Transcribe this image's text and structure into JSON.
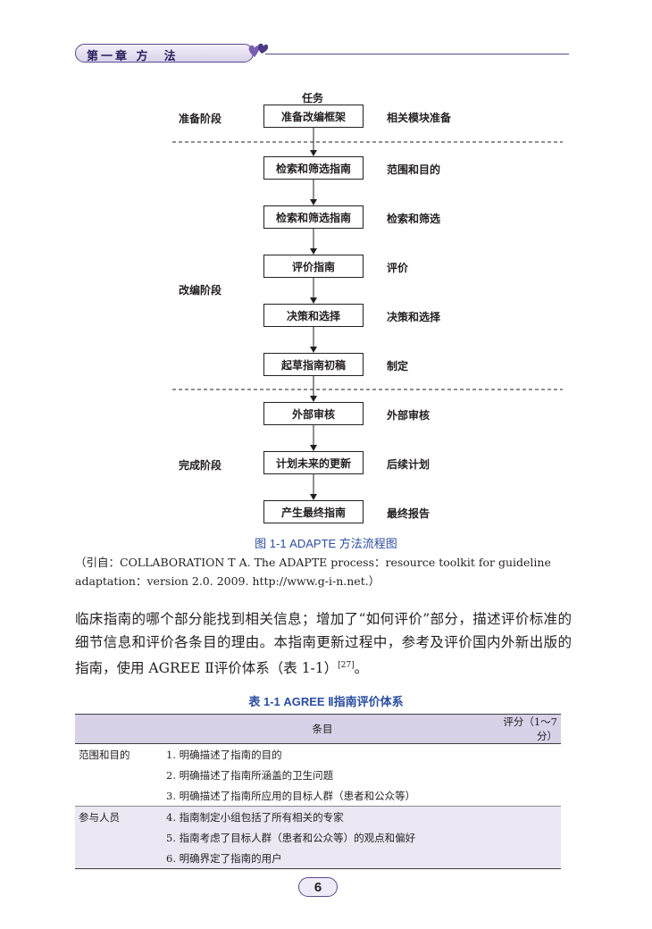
{
  "header": {
    "chapter_label": "第一章 方  法"
  },
  "flowchart": {
    "top_label": "任务",
    "phases": [
      "准备阶段",
      "改编阶段",
      "完成阶段"
    ],
    "nodes": [
      {
        "box": "准备改编框架",
        "side": "相关模块准备"
      },
      {
        "box": "检索和筛选指南",
        "side": "范围和目的"
      },
      {
        "box": "检索和筛选指南",
        "side": "检索和筛选"
      },
      {
        "box": "评价指南",
        "side": "评价"
      },
      {
        "box": "决策和选择",
        "side": "决策和选择"
      },
      {
        "box": "起草指南初稿",
        "side": "制定"
      },
      {
        "box": "外部审核",
        "side": "外部审核"
      },
      {
        "box": "计划未来的更新",
        "side": "后续计划"
      },
      {
        "box": "产生最终指南",
        "side": "最终报告"
      }
    ],
    "caption": "图 1-1  ADAPTE 方法流程图",
    "citation": "（引自：COLLABORATION T A. The ADAPTE process：resource toolkit for guideline adaptation：version 2.0. 2009. http://www.g-i-n.net.）"
  },
  "body": {
    "paragraph_text": "临床指南的哪个部分能找到相关信息；增加了“如何评价”部分，描述评价标准的细节信息和评价各条目的理由。本指南更新过程中，参考及评价国内外新出版的指南，使用 AGREE Ⅱ评价体系（表 1-1）",
    "paragraph_ref": "[27]",
    "paragraph_end": "。"
  },
  "table": {
    "caption": "表 1-1  AGREE Ⅱ指南评价体系",
    "headers": {
      "item": "条目",
      "score": "评分（1～7 分）"
    },
    "rows": [
      {
        "domain": "范围和目的",
        "item": "1. 明确描述了指南的目的"
      },
      {
        "domain": "",
        "item": "2. 明确描述了指南所涵盖的卫生问题"
      },
      {
        "domain": "",
        "item": "3. 明确描述了指南所应用的目标人群（患者和公众等）"
      },
      {
        "domain": "参与人员",
        "item": "4. 指南制定小组包括了所有相关的专家"
      },
      {
        "domain": "",
        "item": "5. 指南考虑了目标人群（患者和公众等）的观点和偏好"
      },
      {
        "domain": "",
        "item": "6. 明确界定了指南的用户"
      }
    ]
  },
  "footer": {
    "page_number": "6"
  },
  "colors": {
    "accent_purple": "#5b4a8b",
    "caption_blue": "#2b4ea0",
    "table_header": "#d8d1e8",
    "table_shade": "#ebe7f3"
  }
}
